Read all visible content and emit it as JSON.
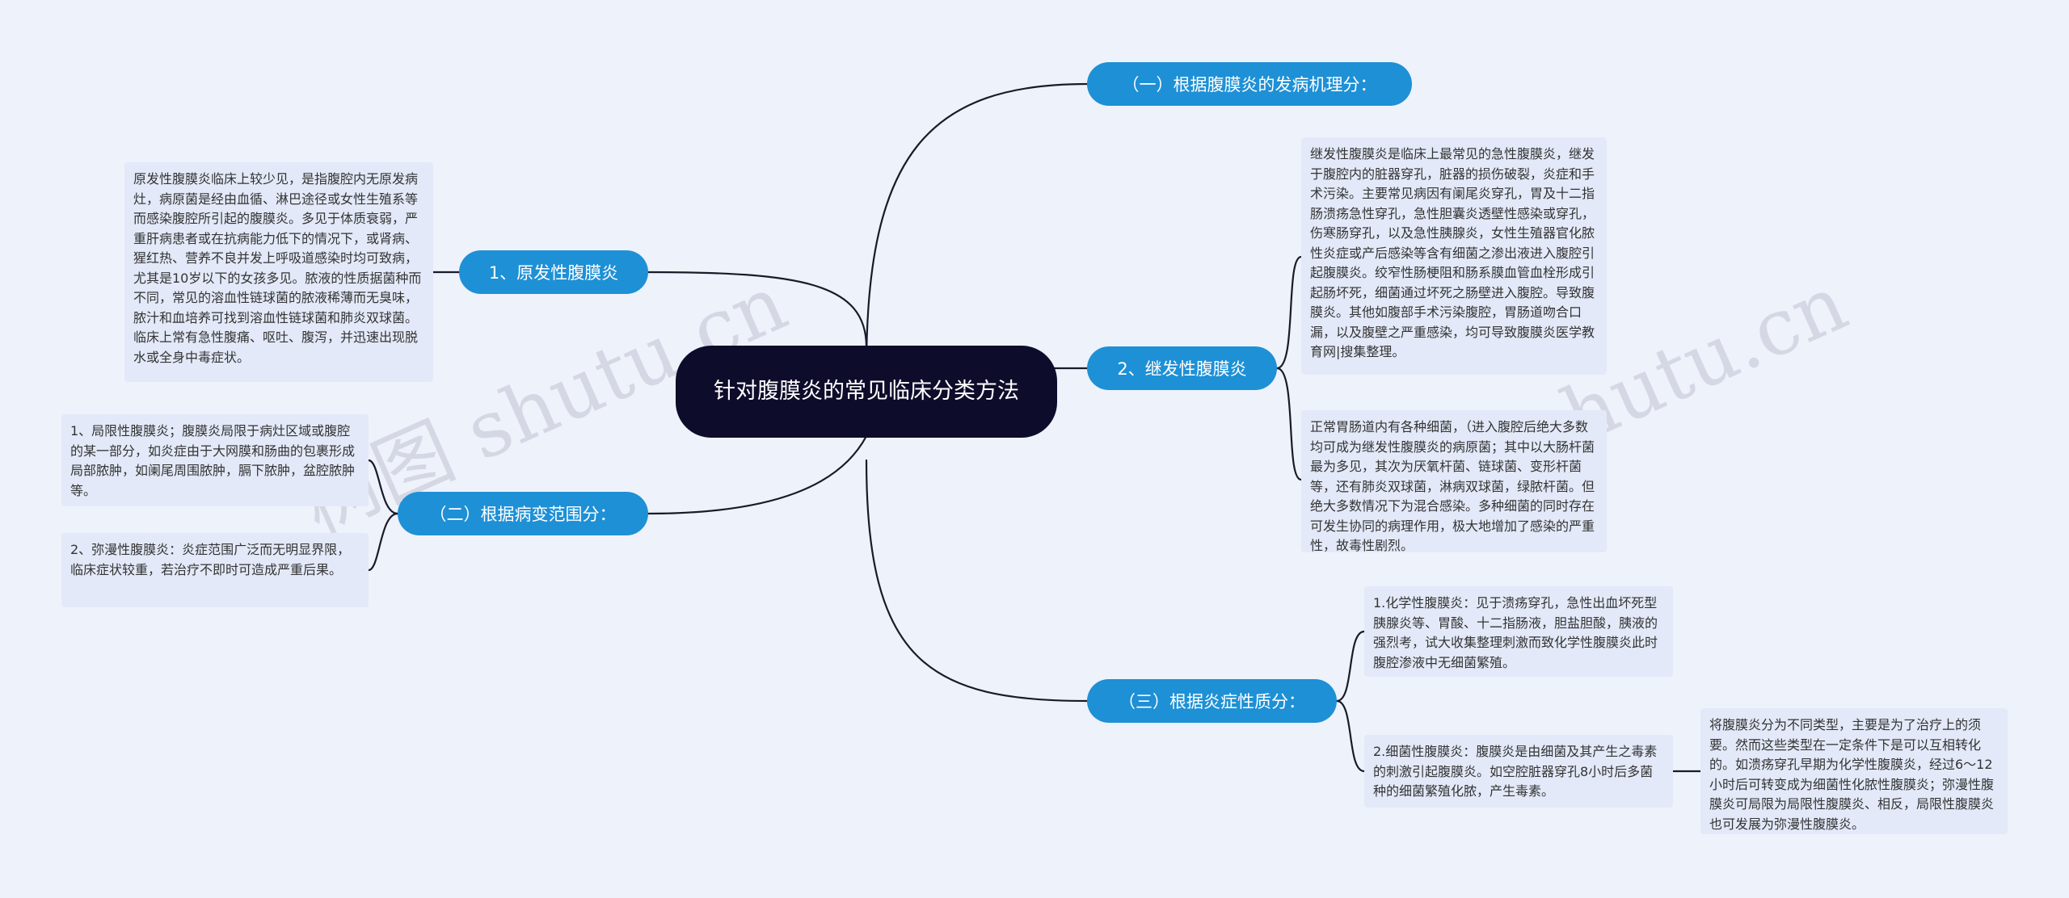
{
  "root": {
    "title": "针对腹膜炎的常见临床分类方法"
  },
  "branches": {
    "primary": {
      "label": "1、原发性腹膜炎",
      "note": "原发性腹膜炎临床上较少见，是指腹腔内无原发病灶，病原菌是经由血循、淋巴途径或女性生殖系等而感染腹腔所引起的腹膜炎。多见于体质衰弱，严重肝病患者或在抗病能力低下的情况下，或肾病、猩红热、营养不良并发上呼吸道感染时均可致病，尤其是10岁以下的女孩多见。脓液的性质据菌种而不同，常见的溶血性链球菌的脓液稀薄而无臭味，脓汁和血培养可找到溶血性链球菌和肺炎双球菌。临床上常有急性腹痛、呕吐、腹泻，并迅速出现脱水或全身中毒症状。"
    },
    "extent": {
      "label": "（二）根据病变范围分：",
      "items": [
        "1、局限性腹膜炎；腹膜炎局限于病灶区域或腹腔的某一部分，如炎症由于大网膜和肠曲的包裹形成局部脓肿，如阑尾周围脓肿，膈下脓肿，盆腔脓肿等。",
        "2、弥漫性腹膜炎：炎症范围广泛而无明显界限，临床症状较重，若治疗不即时可造成严重后果。"
      ]
    },
    "mechanism": {
      "label": "（一）根据腹膜炎的发病机理分："
    },
    "secondary": {
      "label": "2、继发性腹膜炎",
      "items": [
        "继发性腹膜炎是临床上最常见的急性腹膜炎，继发于腹腔内的脏器穿孔，脏器的损伤破裂，炎症和手术污染。主要常见病因有阑尾炎穿孔，胃及十二指肠溃疡急性穿孔，急性胆囊炎透壁性感染或穿孔，伤寒肠穿孔，以及急性胰腺炎，女性生殖器官化脓性炎症或产后感染等含有细菌之渗出液进入腹腔引起腹膜炎。绞窄性肠梗阻和肠系膜血管血栓形成引起肠坏死，细菌通过坏死之肠壁进入腹腔。导致腹膜炎。其他如腹部手术污染腹腔，胃肠道吻合口漏，以及腹壁之严重感染，均可导致腹膜炎医学教育网|搜集整理。",
        "正常胃肠道内有各种细菌，（进入腹腔后绝大多数均可成为继发性腹膜炎的病原菌；其中以大肠杆菌最为多见，其次为厌氧杆菌、链球菌、变形杆菌等，还有肺炎双球菌，淋病双球菌，绿脓杆菌。但绝大多数情况下为混合感染。多种细菌的同时存在可发生协同的病理作用，极大地增加了感染的严重性，故毒性剧烈。"
      ]
    },
    "nature": {
      "label": "（三）根据炎症性质分：",
      "items": [
        "1.化学性腹膜炎：见于溃疡穿孔，急性出血坏死型胰腺炎等、胃酸、十二指肠液，胆盐胆酸，胰液的强烈考，试大收集整理刺激而致化学性腹膜炎此时腹腔渗液中无细菌繁殖。",
        "2.细菌性腹膜炎：腹膜炎是由细菌及其产生之毒素的刺激引起腹膜炎。如空腔脏器穿孔8小时后多菌种的细菌繁殖化脓，产生毒素。"
      ],
      "sub_note": "将腹膜炎分为不同类型，主要是为了治疗上的须要。然而这些类型在一定条件下是可以互相转化的。如溃疡穿孔早期为化学性腹膜炎，经过6～12小时后可转变成为细菌性化脓性腹膜炎；弥漫性腹膜炎可局限为局限性腹膜炎、相反，局限性腹膜炎也可发展为弥漫性腹膜炎。"
    }
  },
  "watermarks": [
    "树图 shutu.cn",
    "树图 shutu.cn"
  ],
  "colors": {
    "background": "#eef2fb",
    "root": "#0e0c2b",
    "branch": "#1e90d6",
    "note": "#e3e9f8",
    "line": "#1a1a2a"
  }
}
